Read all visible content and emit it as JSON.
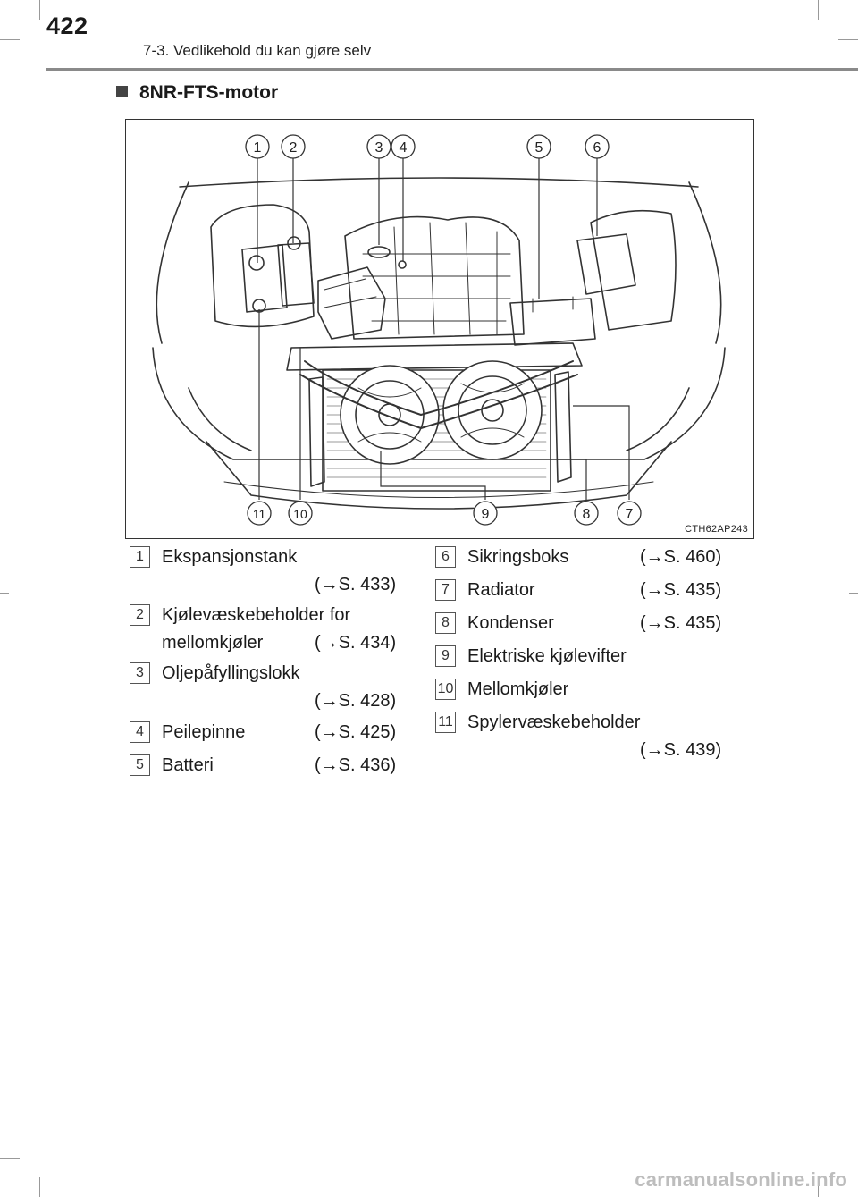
{
  "header": {
    "page_number": "422",
    "chapter": "7-3. Vedlikehold du kan gjøre selv"
  },
  "section": {
    "title": "8NR-FTS-motor"
  },
  "figure": {
    "code": "CTH62AP243",
    "callouts": [
      "1",
      "2",
      "3",
      "4",
      "5",
      "6",
      "7",
      "8",
      "9",
      "10",
      "11"
    ]
  },
  "legend": [
    {
      "num": "1",
      "label": "Ekspansjonstank",
      "ref": "(→S. 433)"
    },
    {
      "num": "2",
      "label": "Kjølevæskebeholder for",
      "label2": "mellomkjøler",
      "ref": "(→S. 434)"
    },
    {
      "num": "3",
      "label": "Oljepåfyllingslokk",
      "ref": "(→S. 428)"
    },
    {
      "num": "4",
      "label": "Peilepinne",
      "ref": "(→S. 425)"
    },
    {
      "num": "5",
      "label": "Batteri",
      "ref": "(→S. 436)"
    },
    {
      "num": "6",
      "label": "Sikringsboks",
      "ref": "(→S. 460)"
    },
    {
      "num": "7",
      "label": "Radiator",
      "ref": "(→S. 435)"
    },
    {
      "num": "8",
      "label": "Kondenser",
      "ref": "(→S. 435)"
    },
    {
      "num": "9",
      "label": "Elektriske kjølevifter"
    },
    {
      "num": "10",
      "label": "Mellomkjøler"
    },
    {
      "num": "11",
      "label": "Spylervæskebeholder",
      "ref": "(→S. 439)"
    }
  ],
  "footer": {
    "watermark": "carmanualsonline.info"
  }
}
